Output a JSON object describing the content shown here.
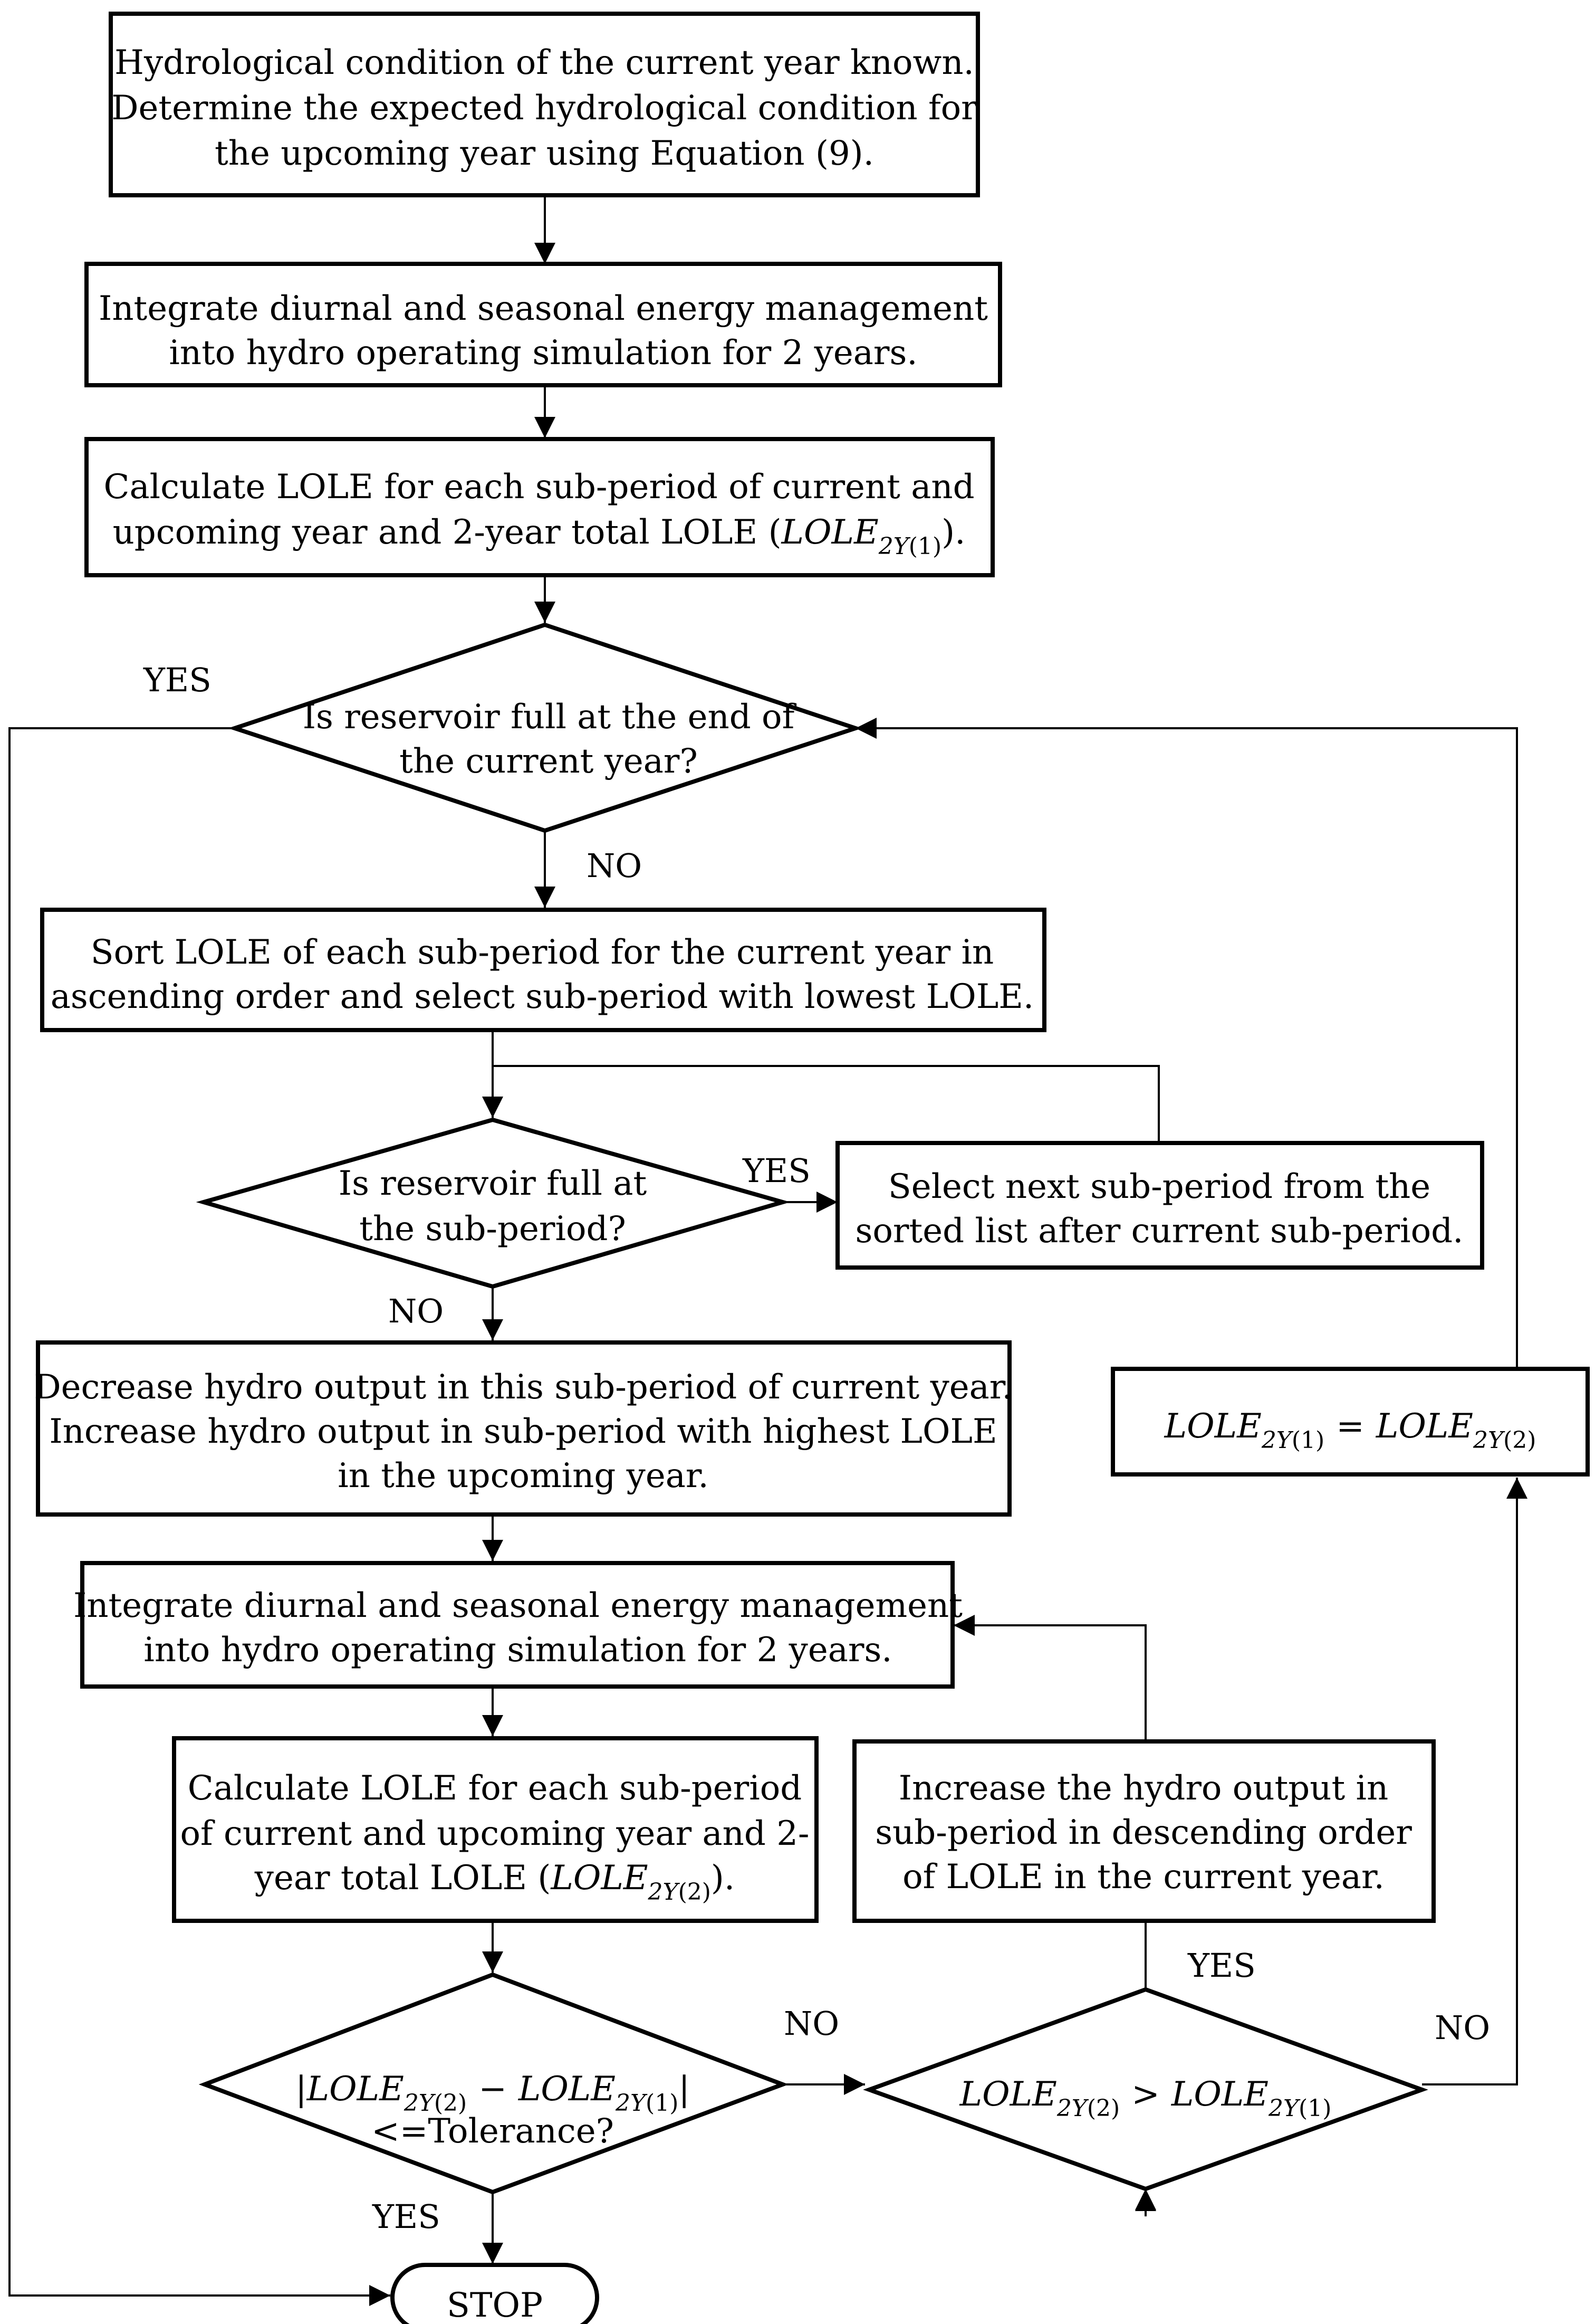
{
  "boxes": {
    "b1": {
      "line1": "Hydrological condition of the current year known.",
      "line2": "Determine the expected hydrological condition for",
      "line3": "the upcoming year using Equation (9)."
    },
    "b2": {
      "line1": "Integrate diurnal and seasonal energy management",
      "line2": "into hydro operating simulation for 2 years."
    },
    "b3": {
      "line1": "Calculate LOLE for each sub-period of current and",
      "line2_prefix": "upcoming year and 2-year total LOLE ("
    },
    "b4": {
      "line1": "Sort LOLE of each sub-period for the current year in",
      "line2": "ascending order and select sub-period with lowest LOLE."
    },
    "b5": {
      "line1": "Select next sub-period from the",
      "line2": "sorted list after current sub-period."
    },
    "b6": {
      "line1": "Decrease hydro output in this sub-period of current year.",
      "line2": "Increase hydro output in sub-period with highest LOLE",
      "line3": "in the upcoming year."
    },
    "b7": {
      "line1": "Integrate diurnal and seasonal energy management",
      "line2": "into hydro operating simulation for 2 years."
    },
    "b8": {
      "line1": "Calculate LOLE for each sub-period",
      "line2": "of current and upcoming year and 2-",
      "line3_prefix": "year total LOLE ("
    },
    "b9": {
      "line1": "Increase the hydro output in",
      "line2": "sub-period in descending order",
      "line3": "of LOLE in the current year."
    }
  },
  "decisions": {
    "d1": {
      "line1": "Is reservoir full at the end of",
      "line2": "the current year?"
    },
    "d2": {
      "line1": "Is reservoir full at",
      "line2": "the sub-period?"
    },
    "d3": {
      "line2": "<=Tolerance?"
    }
  },
  "math": {
    "lole": "LOLE",
    "sub_2y": "2Y",
    "idx1": "(1)",
    "idx2": "(2)",
    "eq": "=",
    "minus": "−",
    "gt": ">",
    "bar": "|",
    "close_paren": ").",
    "close_paren2": ")."
  },
  "labels": {
    "yes": "YES",
    "no": "NO",
    "stop": "STOP"
  }
}
